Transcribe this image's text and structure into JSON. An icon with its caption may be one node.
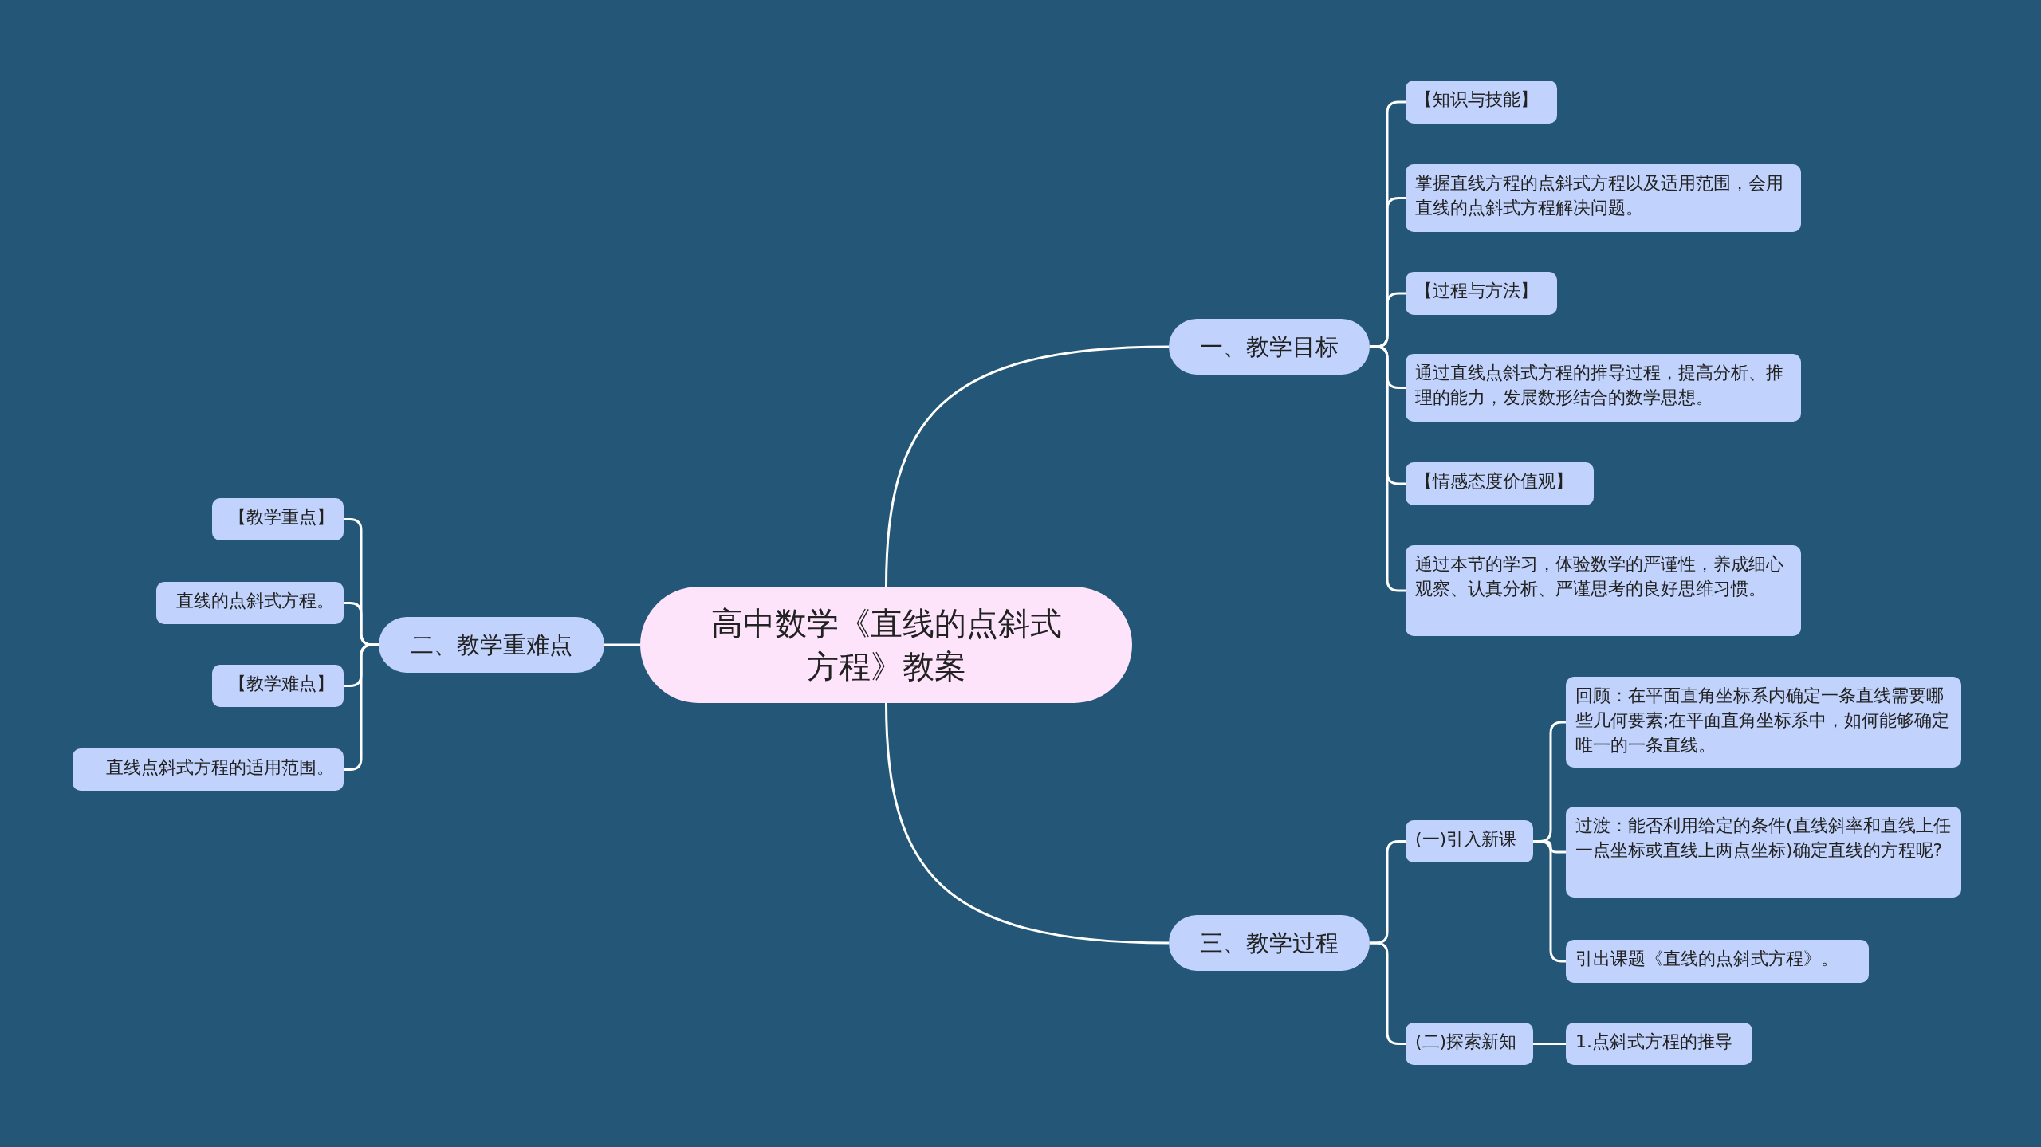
{
  "diagram": {
    "nodes": [
      {
        "text": [
          "高中数学《直线的点斜式方程》教案"
        ]
      },
      {
        "text": [
          "一、教学目标"
        ]
      },
      {
        "text": [
          "【知识与技能】"
        ]
      },
      {
        "text": [
          "掌握直线方程的点斜式方程以及适用范围，会用直线的点斜式方程解决问题。"
        ]
      },
      {
        "text": [
          "【过程与方法】"
        ]
      },
      {
        "text": [
          "通过直线点斜式方程的推导过程，提高分析、推理的能力，发展数形结合的数学思想。"
        ]
      },
      {
        "text": [
          "【情感态度价值观】"
        ]
      },
      {
        "text": [
          "通过本节的学习，体验数学的严谨性，养成细心观察、认真分析、严谨思考的良好思维习惯。"
        ]
      },
      {
        "text": [
          "二、教学重难点"
        ]
      },
      {
        "text": [
          "【教学重点】"
        ]
      },
      {
        "text": [
          "直线的点斜式方程。"
        ]
      },
      {
        "text": [
          "【教学难点】"
        ]
      },
      {
        "text": [
          "直线点斜式方程的适用范围。"
        ]
      },
      {
        "text": [
          "三、教学过程"
        ]
      },
      {
        "text": [
          "(一)引入新课"
        ]
      },
      {
        "text": [
          "回顾：在平面直角坐标系内确定一条直线需要哪些几何要素;在平面直角坐标系中，如何能够确定唯一的一条直线。"
        ]
      },
      {
        "text": [
          "过渡：能否利用给定的条件(直线斜率和直线上任一点坐标或直线上两点坐标)确定直线的方程呢?"
        ]
      },
      {
        "text": [
          "引出课题《直线的点斜式方程》。"
        ]
      },
      {
        "text": [
          "(二)探索新知"
        ]
      },
      {
        "text": [
          "1.点斜式方程的推导"
        ]
      }
    ],
    "edges": [
      {
        "from": 0,
        "to": 1,
        "arrow": "none"
      },
      {
        "from": 0,
        "to": 8,
        "arrow": "none"
      },
      {
        "from": 0,
        "to": 13,
        "arrow": "none"
      },
      {
        "from": 1,
        "to": 2,
        "arrow": "none"
      },
      {
        "from": 1,
        "to": 3,
        "arrow": "none"
      },
      {
        "from": 1,
        "to": 4,
        "arrow": "none"
      },
      {
        "from": 1,
        "to": 5,
        "arrow": "none"
      },
      {
        "from": 1,
        "to": 6,
        "arrow": "none"
      },
      {
        "from": 1,
        "to": 7,
        "arrow": "none"
      },
      {
        "from": 8,
        "to": 9,
        "arrow": "none"
      },
      {
        "from": 8,
        "to": 10,
        "arrow": "none"
      },
      {
        "from": 8,
        "to": 11,
        "arrow": "none"
      },
      {
        "from": 8,
        "to": 12,
        "arrow": "none"
      },
      {
        "from": 13,
        "to": 14,
        "arrow": "none"
      },
      {
        "from": 13,
        "to": 18,
        "arrow": "none"
      },
      {
        "from": 14,
        "to": 15,
        "arrow": "none"
      },
      {
        "from": 14,
        "to": 16,
        "arrow": "none"
      },
      {
        "from": 14,
        "to": 17,
        "arrow": "none"
      },
      {
        "from": 18,
        "to": 19,
        "arrow": "none"
      }
    ]
  }
}
